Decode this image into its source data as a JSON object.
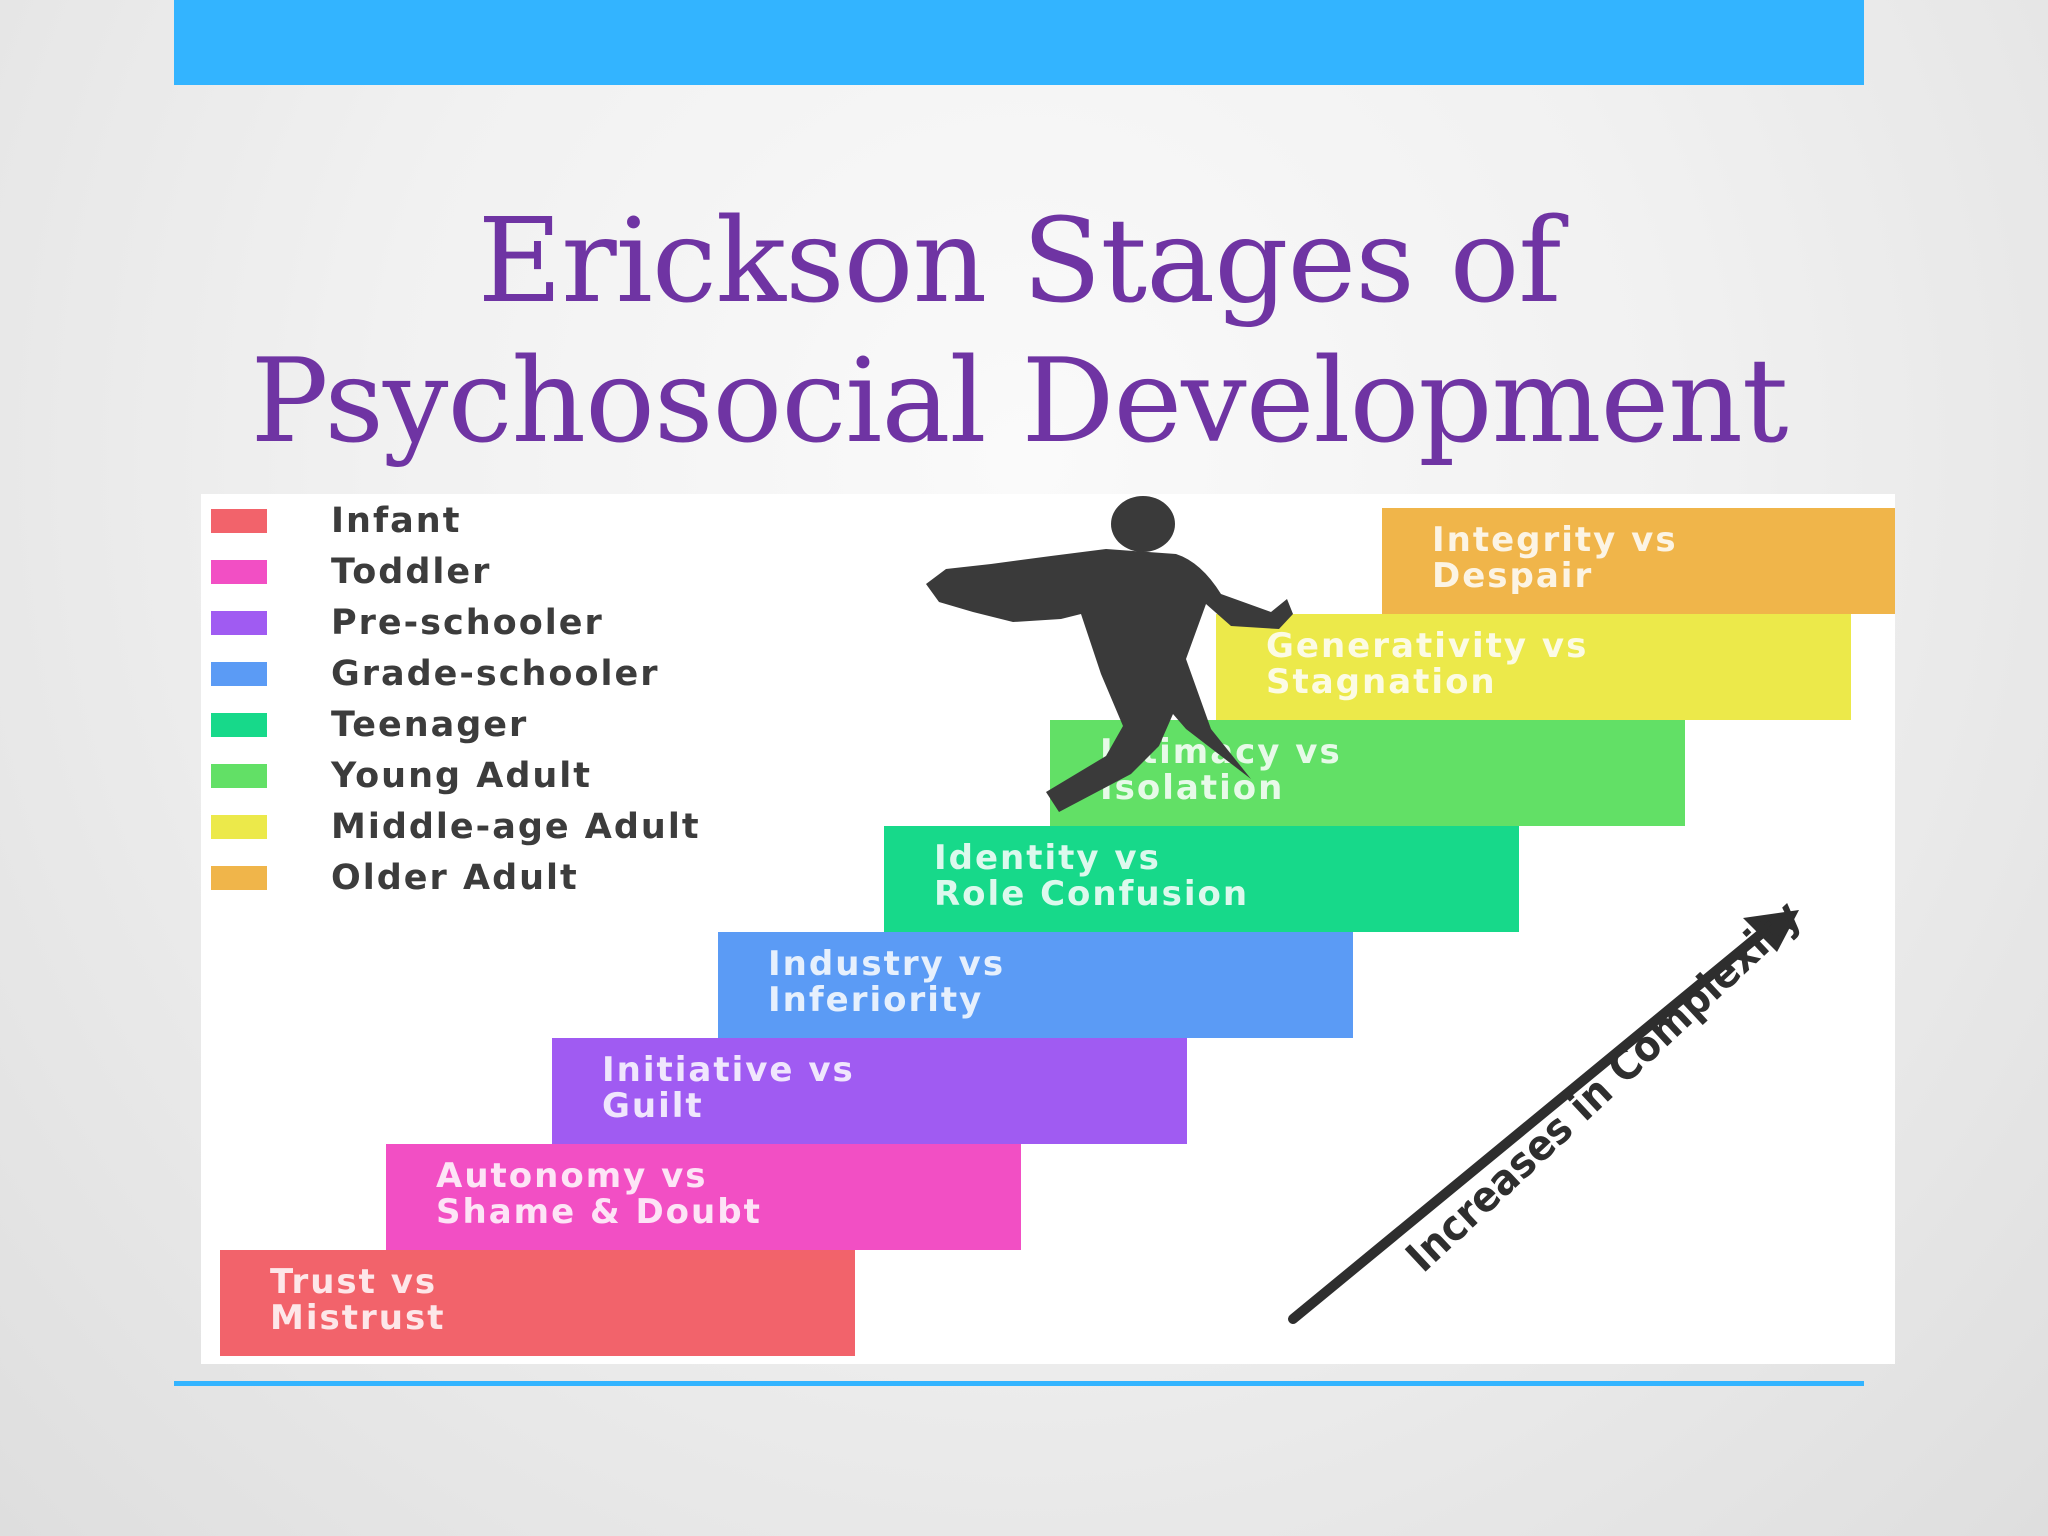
{
  "slide": {
    "title_line1": "Erickson Stages of",
    "title_line2": "Psychosocial Development",
    "accent_color": "#33b4ff",
    "title_color": "#6f34a3"
  },
  "diagram": {
    "legend": [
      {
        "label": "Infant",
        "color": "#f2636b"
      },
      {
        "label": "Toddler",
        "color": "#f24fc4"
      },
      {
        "label": "Pre-schooler",
        "color": "#a05bf2"
      },
      {
        "label": "Grade-schooler",
        "color": "#5b9bf5"
      },
      {
        "label": "Teenager",
        "color": "#17d98a"
      },
      {
        "label": "Young Adult",
        "color": "#62e066"
      },
      {
        "label": "Middle-age Adult",
        "color": "#ece94a"
      },
      {
        "label": "Older Adult",
        "color": "#f0b54a"
      }
    ],
    "stages": [
      {
        "line1": "Trust vs",
        "line2": "Mistrust",
        "color": "#f2636b"
      },
      {
        "line1": "Autonomy vs",
        "line2": "Shame & Doubt",
        "color": "#f24fc4"
      },
      {
        "line1": "Initiative vs",
        "line2": "Guilt",
        "color": "#a05bf2"
      },
      {
        "line1": "Industry vs",
        "line2": "Inferiority",
        "color": "#5b9bf5"
      },
      {
        "line1": "Identity vs",
        "line2": "Role Confusion",
        "color": "#17d98a"
      },
      {
        "line1": "Intimacy vs",
        "line2": "Isolation",
        "color": "#62e066"
      },
      {
        "line1": "Generativity vs",
        "line2": "Stagnation",
        "color": "#ece94a"
      },
      {
        "line1": "Integrity vs",
        "line2": "Despair",
        "color": "#f0b54a"
      }
    ],
    "arrow_label": "Increases in Complexity",
    "person_icon": "walking-person-icon",
    "arrow_icon": "arrow-up-right-icon"
  }
}
